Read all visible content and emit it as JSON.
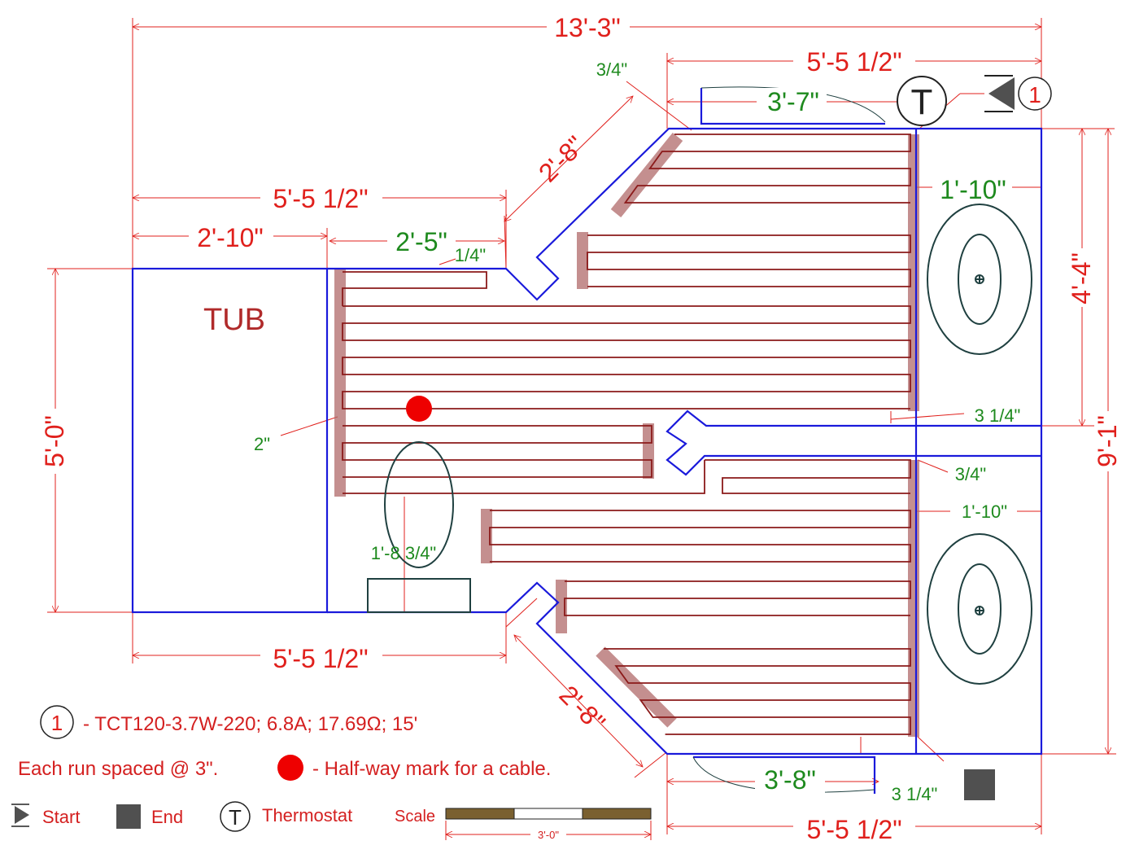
{
  "colors": {
    "wall": "#1a1adb",
    "cable": "#8b1a1a",
    "cable_end": "#b06a6a",
    "dim_red": "#e0201c",
    "dim_green": "#1e8a1e",
    "fixture": "#1f4040",
    "halfway_mark": "#ee0000",
    "end_marker": "#505050",
    "scale_bar": "#7a6030"
  },
  "dims": {
    "overall_width": "13'-3\"",
    "top_right_width": "5'-5 1/2\"",
    "door_top": "3'-7\"",
    "diag_top_offset": "3/4\"",
    "diag_top": "2'-8\"",
    "left_width_top": "5'-5 1/2\"",
    "tub_width": "2'-10\"",
    "toilet_zone": "2'-5\"",
    "quarter_inch": "1/4\"",
    "right_vanity_top": "1'-10\"",
    "right_upper_height": "4'-4\"",
    "total_height": "9'-1\"",
    "gap_mid": "3 1/4\"",
    "gap_lower": "3/4\"",
    "right_vanity_bottom": "1'-10\"",
    "left_height": "5'-0\"",
    "left_offset": "2\"",
    "toilet_offset": "1'-8 3/4\"",
    "left_width_bottom": "5'-5 1/2\"",
    "diag_bottom": "2'-8\"",
    "door_bottom": "3'-8\"",
    "gap_bottom": "3 1/4\"",
    "bottom_right_width": "5'-5 1/2\""
  },
  "labels": {
    "tub": "TUB",
    "thermostat_symbol": "T",
    "start_number": "1"
  },
  "legend": {
    "cable_number": "1",
    "cable_spec": "- TCT120-3.7W-220; 6.8A; 17.69Ω; 15'",
    "spacing_note": "Each run spaced @ 3\".",
    "halfway_note": "- Half-way mark for a cable.",
    "start_label": "Start",
    "end_label": "End",
    "thermostat_symbol": "T",
    "thermostat_label": "Thermostat",
    "scale_label": "Scale",
    "scale_length": "3'-0\""
  }
}
